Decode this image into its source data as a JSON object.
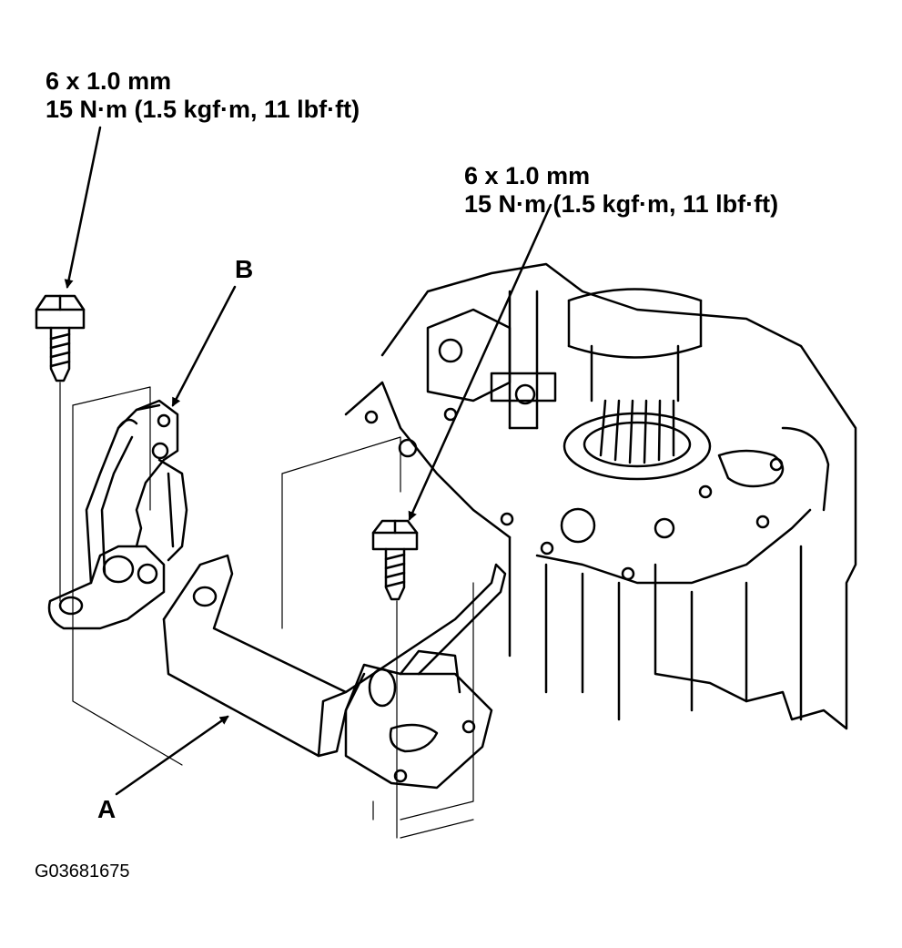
{
  "callouts": {
    "left": {
      "size": "6 x 1.0 mm",
      "torque": "15 N·m (1.5 kgf·m, 11 lbf·ft)"
    },
    "right": {
      "size": "6 x 1.0 mm",
      "torque": "15 N·m (1.5 kgf·m, 11 lbf·ft)"
    }
  },
  "labels": {
    "a": "A",
    "b": "B"
  },
  "figure_id": "G03681675",
  "colors": {
    "ink": "#000000",
    "paper": "#ffffff"
  }
}
